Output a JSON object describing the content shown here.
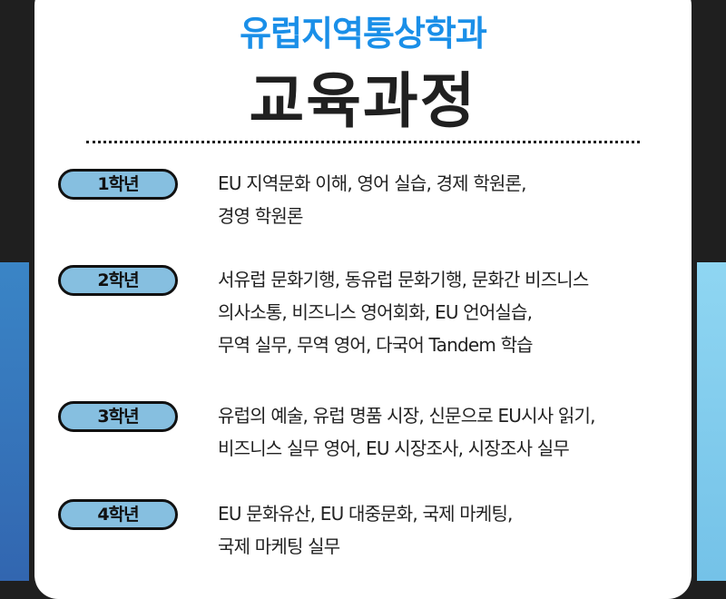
{
  "header": {
    "department": "유럽지역통상학과",
    "title": "교육과정"
  },
  "colors": {
    "department_text": "#1a8fe8",
    "title_text": "#202020",
    "badge_fill": "#86bfe0",
    "badge_border": "#111111",
    "side_left": "#3a85c6",
    "side_right": "#8fd6f2",
    "background": "#1f1f1f"
  },
  "years": [
    {
      "label": "1학년",
      "lines": [
        "EU 지역문화 이해, 영어 실습, 경제 학원론,",
        "경영 학원론"
      ]
    },
    {
      "label": "2학년",
      "lines": [
        "서유럽 문화기행, 동유럽 문화기행, 문화간 비즈니스",
        "의사소통, 비즈니스 영어회화, EU 언어실습,",
        "무역 실무, 무역 영어, 다국어 Tandem 학습"
      ]
    },
    {
      "label": "3학년",
      "lines": [
        "유럽의 예술, 유럽 명품 시장,  신문으로 EU시사 읽기,",
        "비즈니스 실무 영어, EU 시장조사, 시장조사 실무"
      ]
    },
    {
      "label": "4학년",
      "lines": [
        "EU 문화유산, EU 대중문화, 국제 마케팅,",
        "국제 마케팅 실무"
      ]
    }
  ]
}
